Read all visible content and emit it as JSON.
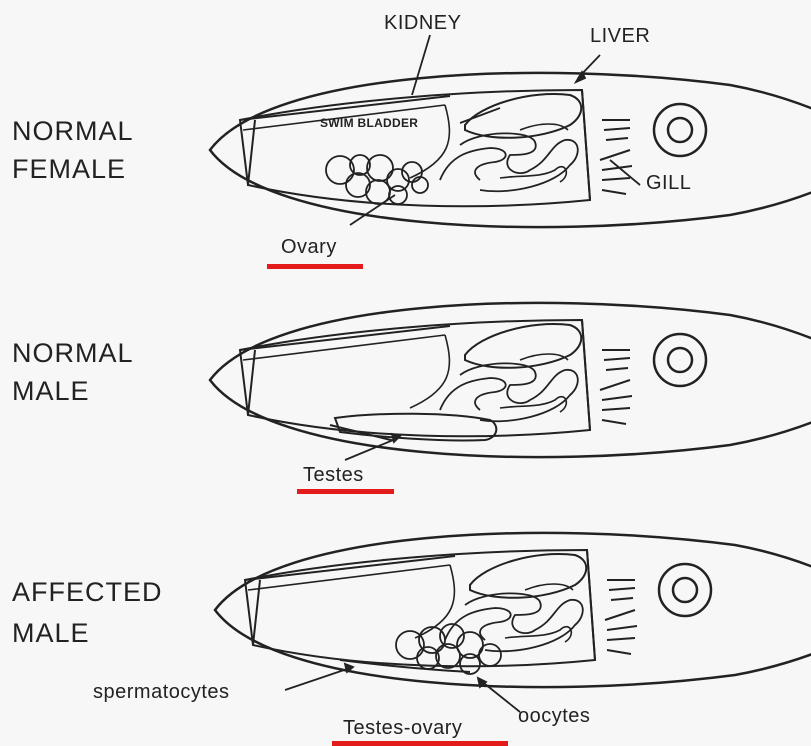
{
  "female": {
    "title_line1": "NORMAL",
    "title_line2": "FEMALE",
    "kidney": "KIDNEY",
    "liver": "LIVER",
    "swim_bladder": "SWIM BLADDER",
    "gill": "GILL",
    "gonad": "Ovary"
  },
  "male": {
    "title_line1": "NORMAL",
    "title_line2": "MALE",
    "gonad": "Testes"
  },
  "affected": {
    "title_line1": "AFFECTED",
    "title_line2": "MALE",
    "spermatocytes": "spermatocytes",
    "oocytes": "oocytes",
    "gonad": "Testes-ovary"
  },
  "colors": {
    "underline": "#e31b1b",
    "ink": "#222222"
  }
}
